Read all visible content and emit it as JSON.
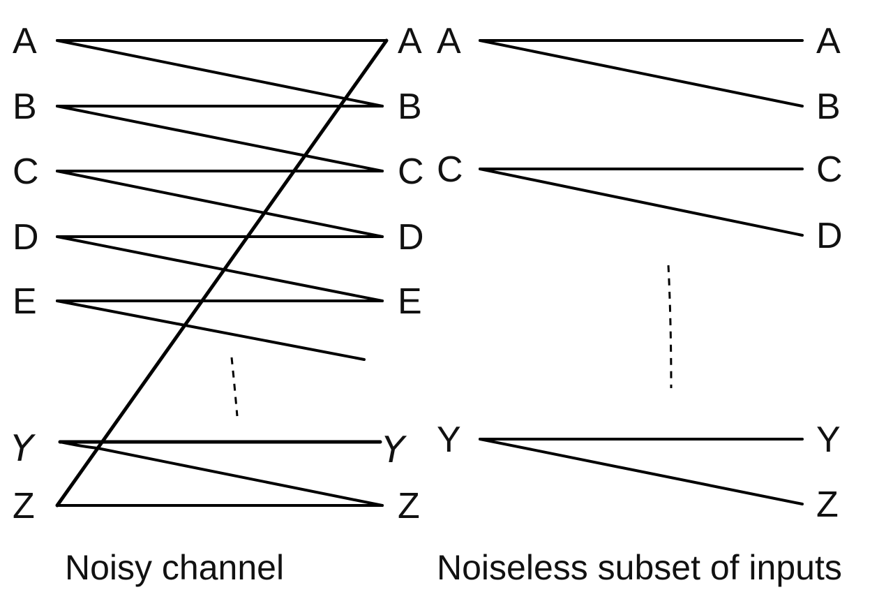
{
  "noisy_channel": {
    "caption": "Noisy channel",
    "inputs": [
      "A",
      "B",
      "C",
      "D",
      "E",
      "Y",
      "Z"
    ],
    "outputs": [
      "A",
      "B",
      "C",
      "D",
      "E",
      "Y",
      "Z"
    ],
    "handwritten_labels": [
      "Y"
    ]
  },
  "noiseless_subset": {
    "caption": "Noiseless subset of inputs",
    "inputs": [
      "A",
      "C",
      "Y"
    ],
    "outputs": [
      "A",
      "B",
      "C",
      "D",
      "Y",
      "Z"
    ]
  }
}
